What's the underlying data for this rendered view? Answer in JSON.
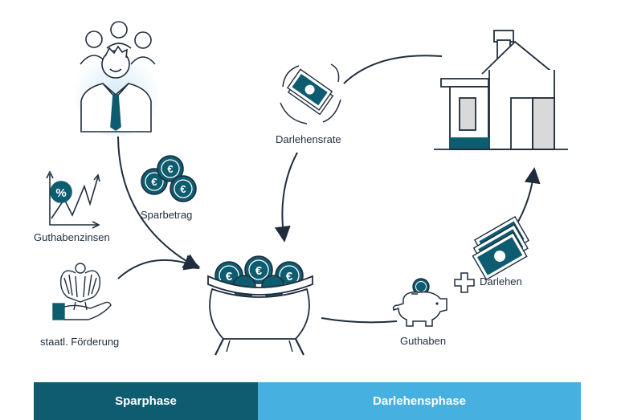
{
  "labels": {
    "guthabenzinsen": "Guthabenzinsen",
    "sparbetrag": "Sparbetrag",
    "foerderung": "staatl. Förderung",
    "darlehensrate": "Darlehensrate",
    "darlehen": "Darlehen",
    "guthaben": "Guthaben"
  },
  "phases": {
    "spar": "Sparphase",
    "darlehen": "Darlehensphase"
  },
  "glyphs": {
    "euro": "€",
    "percent": "%"
  },
  "colors": {
    "dark_teal": "#0d5c70",
    "light_blue": "#46b0e0",
    "ink": "#1f2d3d",
    "grey": "#d9d9d9"
  }
}
